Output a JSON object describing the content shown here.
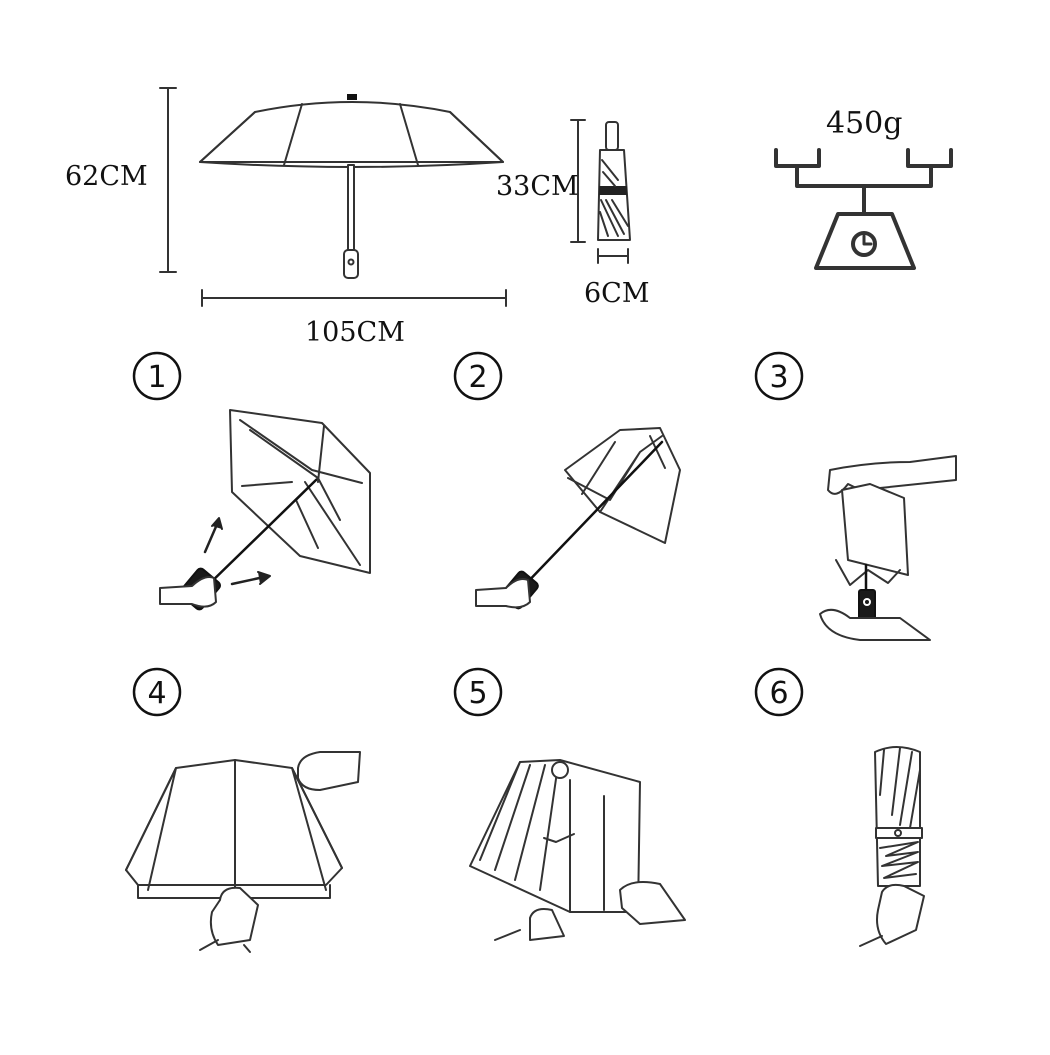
{
  "dimensions": {
    "open_height": "62CM",
    "open_width": "105CM",
    "folded_length": "33CM",
    "folded_width": "6CM"
  },
  "weight": {
    "value": "450g",
    "icon": "scale-icon"
  },
  "steps": [
    {
      "number": "1",
      "icon": "step-1-open-umbrella-icon"
    },
    {
      "number": "2",
      "icon": "step-2-closing-umbrella-icon"
    },
    {
      "number": "3",
      "icon": "step-3-collapse-shaft-icon"
    },
    {
      "number": "4",
      "icon": "step-4-gather-canopy-icon"
    },
    {
      "number": "5",
      "icon": "step-5-fold-canopy-icon"
    },
    {
      "number": "6",
      "icon": "step-6-strap-umbrella-icon"
    }
  ],
  "colors": {
    "line": "#333333",
    "fill": "#ffffff",
    "handle": "#1a1a1a"
  }
}
